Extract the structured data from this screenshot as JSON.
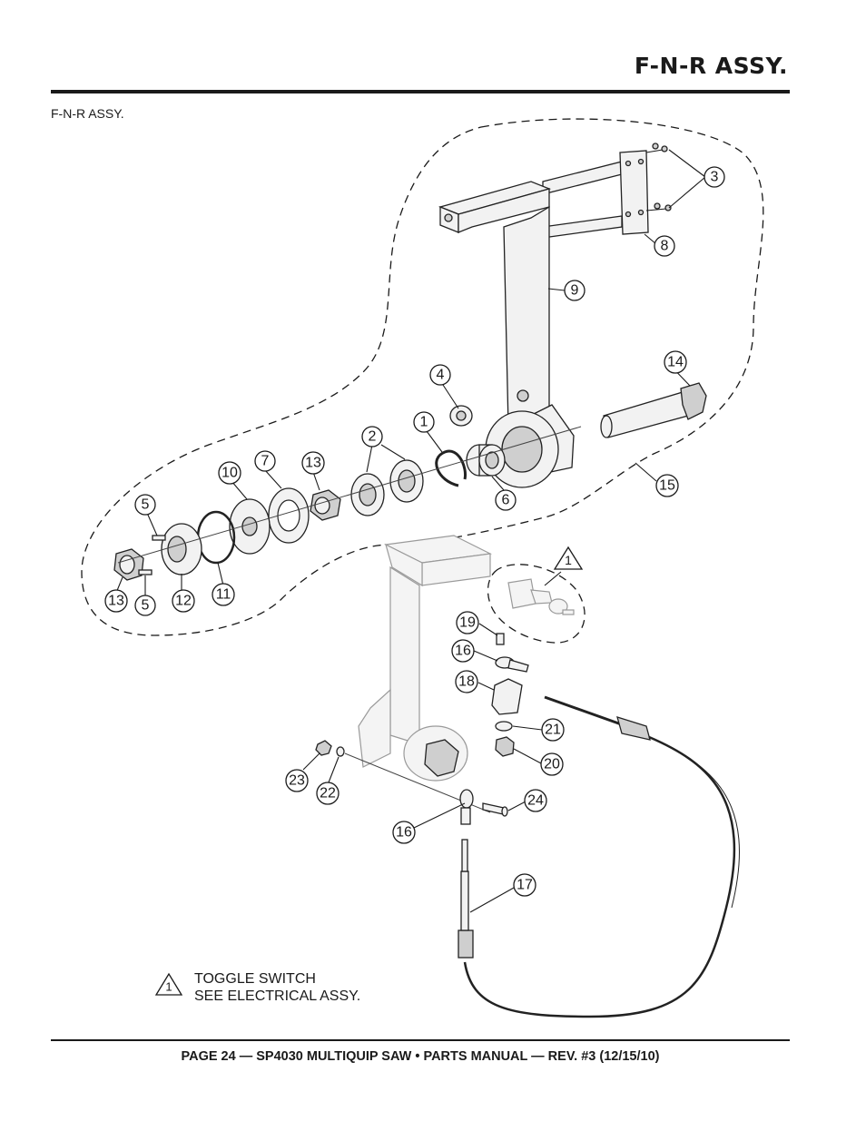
{
  "header": {
    "title": "F-N-R ASSY.",
    "subtitle": "F-N-R ASSY."
  },
  "callouts": [
    "1",
    "2",
    "3",
    "4",
    "5",
    "5",
    "6",
    "7",
    "8",
    "9",
    "10",
    "11",
    "12",
    "13",
    "13",
    "14",
    "15",
    "16",
    "16",
    "17",
    "18",
    "19",
    "20",
    "21",
    "22",
    "23",
    "24"
  ],
  "note": {
    "symbol": "1",
    "line1": "TOGGLE SWITCH",
    "line2": "SEE ELECTRICAL ASSY."
  },
  "footer": {
    "text": "PAGE 24 — SP4030 MULTIQUIP SAW • PARTS MANUAL — REV. #3 (12/15/10)"
  }
}
